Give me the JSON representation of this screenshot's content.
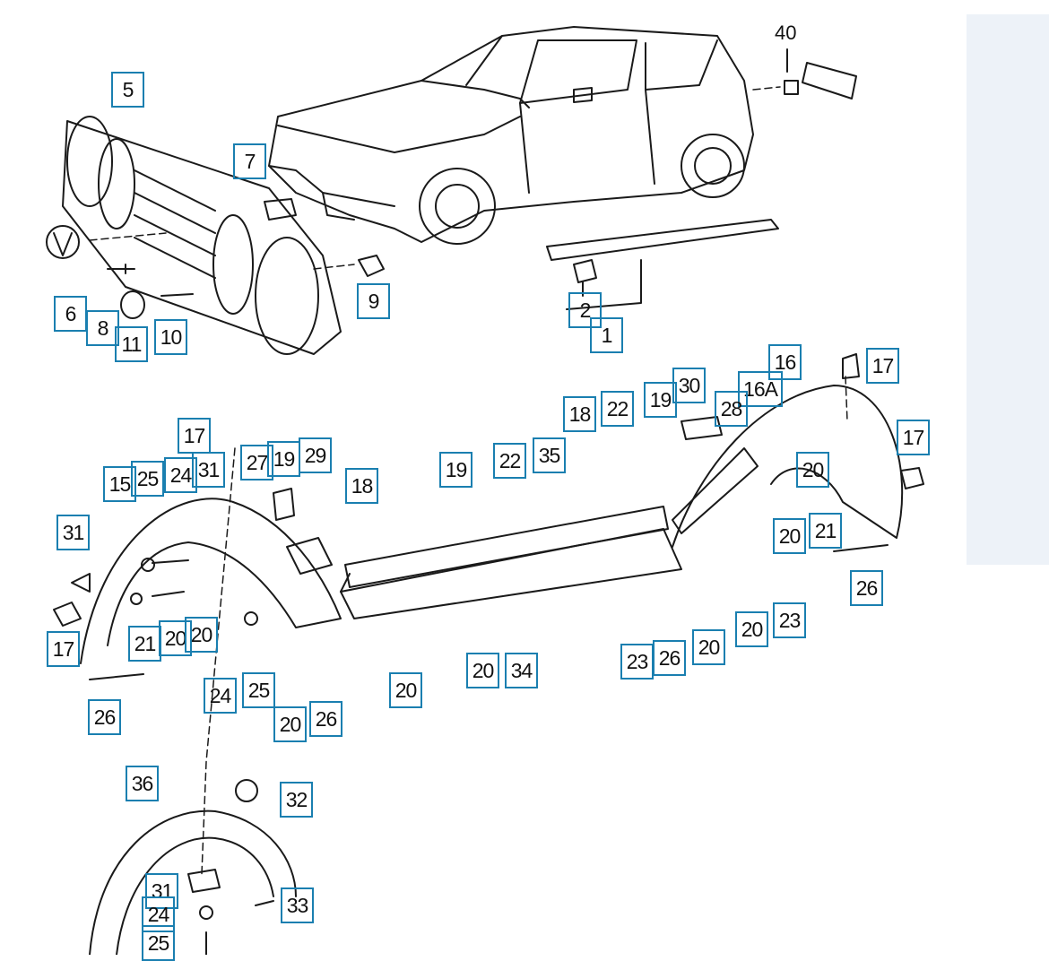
{
  "diagram": {
    "colors": {
      "callout_border": "#1a7fb0",
      "line": "#1a1a1a",
      "panel": "#edf2f8"
    },
    "plain_labels": [
      "40"
    ],
    "callouts": [
      "5",
      "7",
      "6",
      "8",
      "11",
      "10",
      "9",
      "2",
      "1",
      "16",
      "17",
      "30",
      "19",
      "16A",
      "28",
      "18",
      "22",
      "19",
      "22",
      "35",
      "17",
      "20",
      "17",
      "27",
      "19",
      "29",
      "25",
      "24",
      "31",
      "15",
      "18",
      "31",
      "21",
      "20",
      "26",
      "17",
      "21",
      "20",
      "20",
      "24",
      "25",
      "26",
      "20",
      "20",
      "34",
      "23",
      "26",
      "20",
      "20",
      "23",
      "20",
      "26",
      "36",
      "32",
      "31",
      "24",
      "25",
      "33"
    ]
  }
}
